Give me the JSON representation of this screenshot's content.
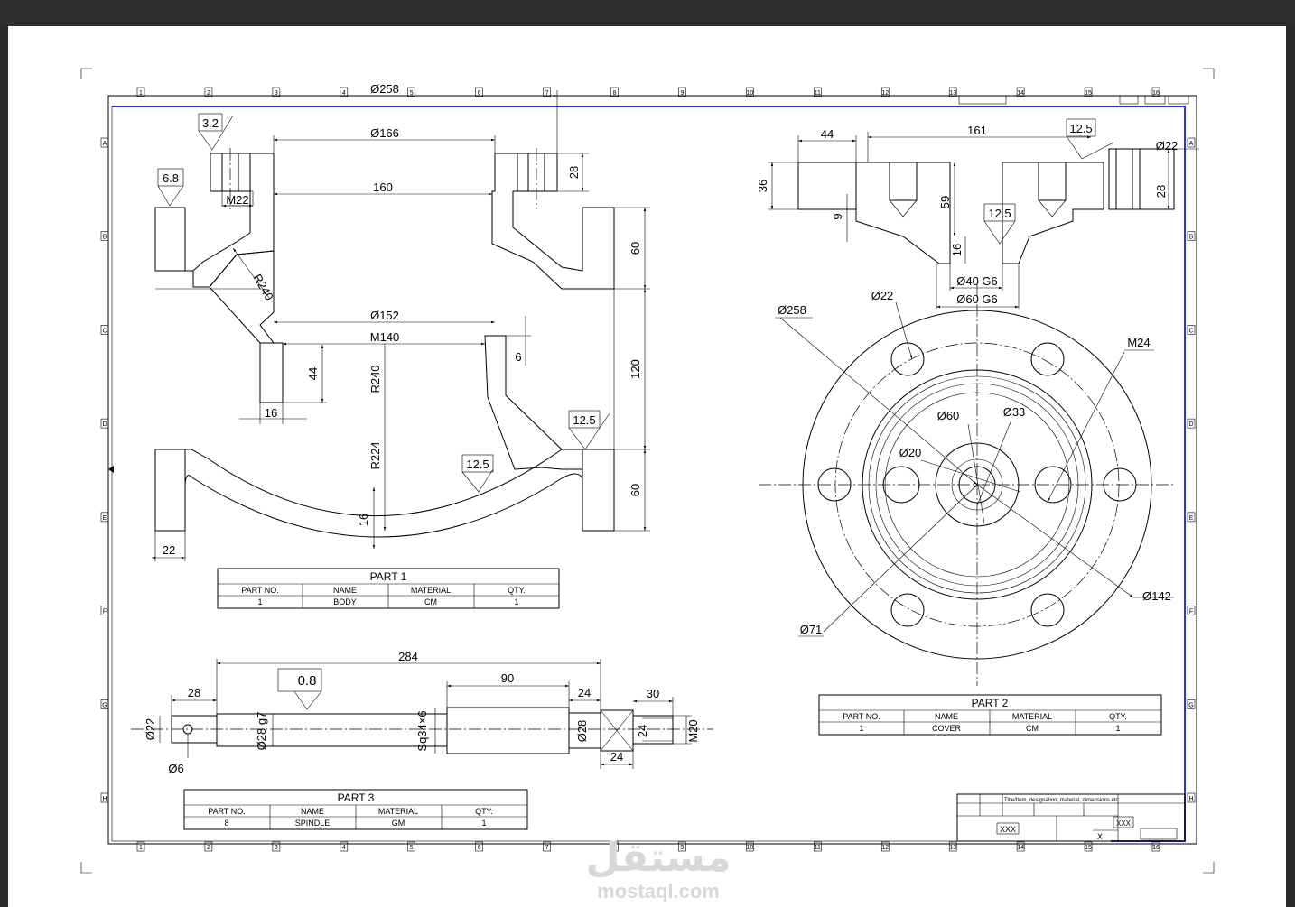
{
  "part1": {
    "dims": {
      "d258": "Ø258",
      "d166": "Ø166",
      "d160": "160",
      "d152": "Ø152",
      "m140": "M140",
      "m22": "M22",
      "r240a": "R240",
      "r240b": "R240",
      "r224": "R224",
      "d16a": "16",
      "d44": "44",
      "d16b": "16",
      "d6": "6",
      "d22": "22",
      "d28": "28",
      "d60a": "60",
      "d120": "120",
      "d60b": "60"
    },
    "finish": {
      "f32": "3.2",
      "f68": "6.8",
      "f125a": "12.5",
      "f125b": "12.5"
    },
    "table": {
      "title": "PART 1",
      "headers": [
        "PART NO.",
        "NAME",
        "MATERIAL",
        "QTY."
      ],
      "row": [
        "1",
        "BODY",
        "CM",
        "1"
      ]
    }
  },
  "part2": {
    "dims": {
      "d44": "44",
      "d161": "161",
      "d22": "Ø22",
      "d36": "36",
      "d9": "9",
      "d59": "59",
      "d16": "16",
      "d28": "28",
      "d40": "Ø40 G6",
      "d60": "Ø60 G6",
      "d258": "Ø258",
      "d22b": "Ø22",
      "m24": "M24",
      "d60c": "Ø60",
      "d33": "Ø33",
      "d20": "Ø20",
      "d142": "Ø142",
      "d71": "Ø71"
    },
    "finish": {
      "f125a": "12.5",
      "f125b": "12.5"
    },
    "table": {
      "title": "PART 2",
      "headers": [
        "PART NO.",
        "NAME",
        "MATERIAL",
        "QTY."
      ],
      "row": [
        "1",
        "COVER",
        "CM",
        "1"
      ]
    }
  },
  "part3": {
    "dims": {
      "d284": "284",
      "d28": "28",
      "d90": "90",
      "d24a": "24",
      "d30": "30",
      "d22": "Ø22",
      "d28g7": "Ø28 g7",
      "sq34": "Sq34×6",
      "d28b": "Ø28",
      "d24b": "24",
      "m20": "M20",
      "d6": "Ø6",
      "d24c": "24"
    },
    "finish": {
      "f08": "0.8"
    },
    "table": {
      "title": "PART 3",
      "headers": [
        "PART NO.",
        "NAME",
        "MATERIAL",
        "QTY."
      ],
      "row": [
        "8",
        "SPINDLE",
        "GM",
        "1"
      ]
    }
  },
  "frame": {
    "columns": [
      "1",
      "2",
      "3",
      "4",
      "5",
      "6",
      "7",
      "8",
      "9",
      "10",
      "11",
      "12",
      "13",
      "14",
      "15",
      "16"
    ],
    "rows": [
      "A",
      "B",
      "C",
      "D",
      "E",
      "F",
      "G",
      "H"
    ]
  },
  "titleblock": {
    "xxx": "XXX",
    "xxx2": "XXX",
    "x": "X",
    "note": "Title/Item, designation, material, dimensions etc."
  },
  "watermark": {
    "arabic": "مستقل",
    "latin": "mostaql.com"
  }
}
